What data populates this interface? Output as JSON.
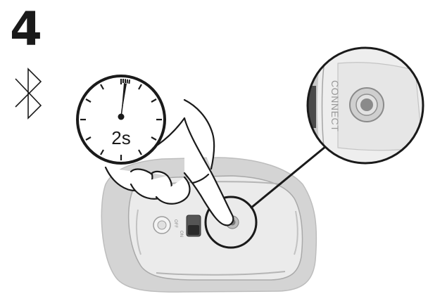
{
  "step": {
    "number": "4"
  },
  "icons": {
    "bluetooth": "bluetooth-icon",
    "stopwatch": "stopwatch-icon",
    "hand": "pointing-hand-icon"
  },
  "timer": {
    "label": "2s"
  },
  "mouse": {
    "switch_off_label": "OFF",
    "switch_on_label": "ON"
  },
  "zoom": {
    "connect_label": "CONNECT"
  },
  "colors": {
    "line": "#1a1a1a",
    "mouse_body": "#d4d4d4",
    "mouse_panel": "#ebebeb",
    "mouse_edge": "#bdbdbd"
  }
}
